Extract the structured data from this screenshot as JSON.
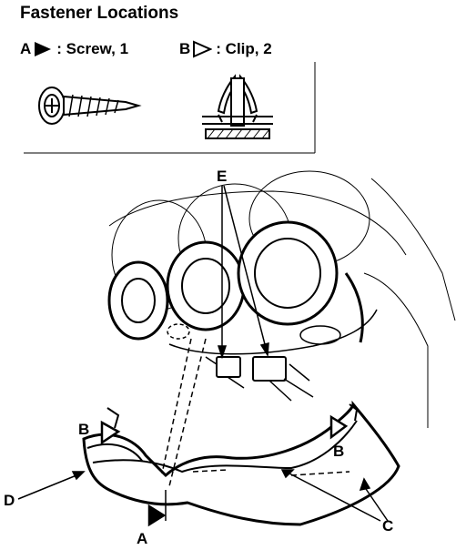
{
  "title": "Fastener Locations",
  "legend": [
    {
      "letter": "A",
      "text": ": Screw, 1"
    },
    {
      "letter": "B",
      "text": ": Clip, 2"
    }
  ],
  "callouts": {
    "a": "A",
    "b_left": "B",
    "b_right": "B",
    "c": "C",
    "d": "D",
    "e": "E"
  }
}
